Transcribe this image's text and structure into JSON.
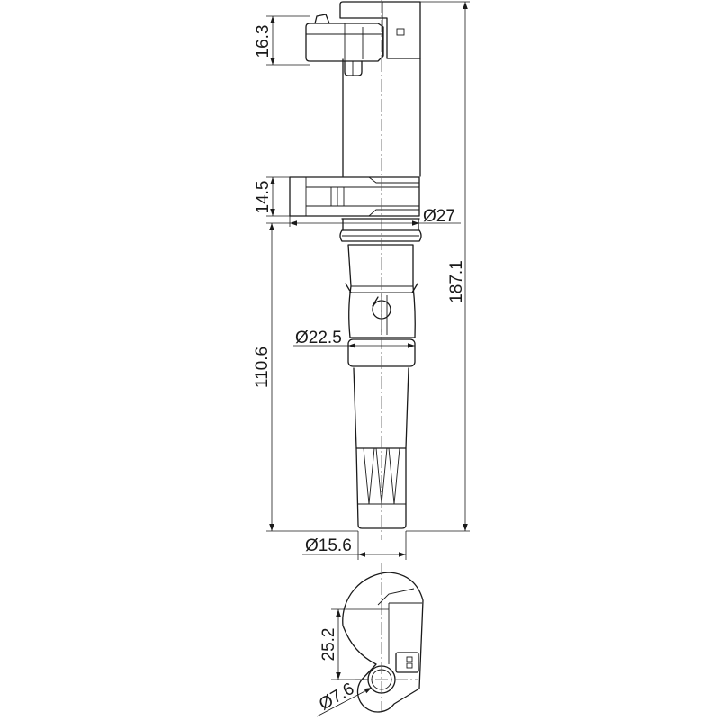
{
  "colors": {
    "line": "#1a1a1a",
    "background": "#ffffff",
    "centerline": "#555555"
  },
  "dimensions": {
    "connector_height": "16.3",
    "bracket_height": "14.5",
    "bracket_diameter": "Ø27",
    "total_length": "187.1",
    "boot_diameter": "Ø22.5",
    "lower_length": "110.6",
    "tip_diameter": "Ø15.6",
    "bracket_offset": "25.2",
    "hole_diameter": "Ø7.6"
  }
}
